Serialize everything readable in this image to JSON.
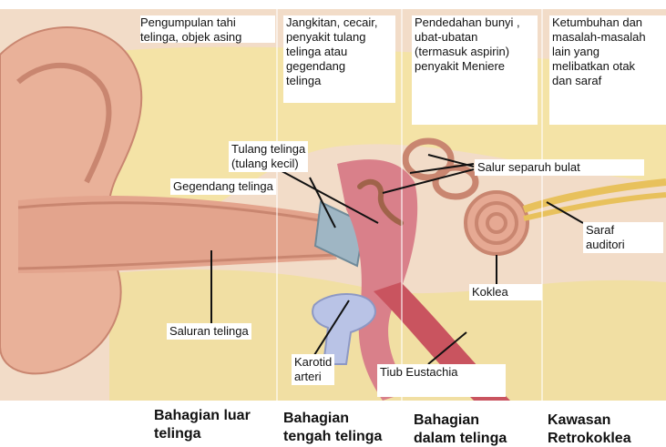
{
  "problems": {
    "outer": "Pengumpulan tahi\ntelinga, objek asing",
    "middle": "Jangkitan, cecair,\npenyakit tulang\ntelinga atau\ngegendang\ntelinga",
    "inner": "Pendedahan bunyi ,\nubat-ubatan\n(termasuk aspirin)\npenyakit Meniere",
    "retro": "Ketumbuhan dan\nmasalah-masalah\nlain yang\nmelibatkan otak\ndan saraf"
  },
  "labels": {
    "ossicles": "Tulang telinga\n(tulang kecil)",
    "eardrum": "Gegendang telinga",
    "canals": "Salur separuh bulat",
    "nerve": "Saraf\nauditori",
    "cochlea": "Koklea",
    "ear_canal": "Saluran telinga",
    "carotid": "Karotid\narteri",
    "eustachian": "Tiub Eustachia"
  },
  "sections": {
    "outer": "Bahagian luar\ntelinga",
    "middle": "Bahagian\ntengah telinga",
    "inner": "Bahagian\ndalam telinga",
    "retro": "Kawasan\nRetrokoklea"
  }
}
